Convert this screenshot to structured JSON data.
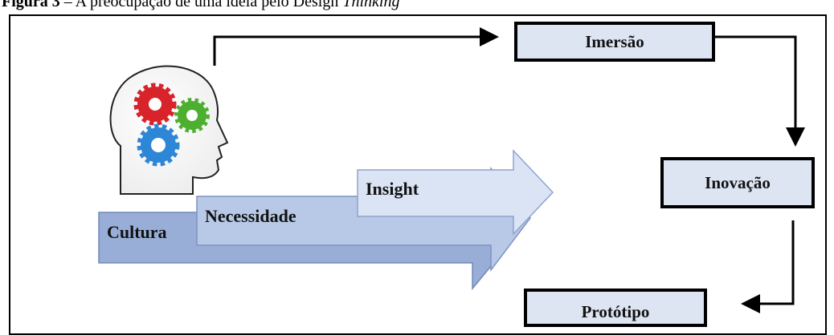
{
  "caption": {
    "prefix": "Figura 3",
    "text": " – A preocupação de uma ideia pelo Design ",
    "italic": "Thinking"
  },
  "process": {
    "step1": "Imersão",
    "step2": "Inovação",
    "step3": "Protótipo"
  },
  "layers": {
    "base": "Cultura",
    "middle": "Necessidade",
    "top": "Insight"
  },
  "colors": {
    "box_fill": "#dde5f3",
    "arrow_dark": "#98aed6",
    "arrow_mid": "#b7c9e6",
    "arrow_light": "#dbe4f4",
    "gear_red": "#d8232a",
    "gear_green": "#4caf30",
    "gear_blue": "#2e86d6"
  },
  "icons": [
    "head-with-gears-icon"
  ]
}
